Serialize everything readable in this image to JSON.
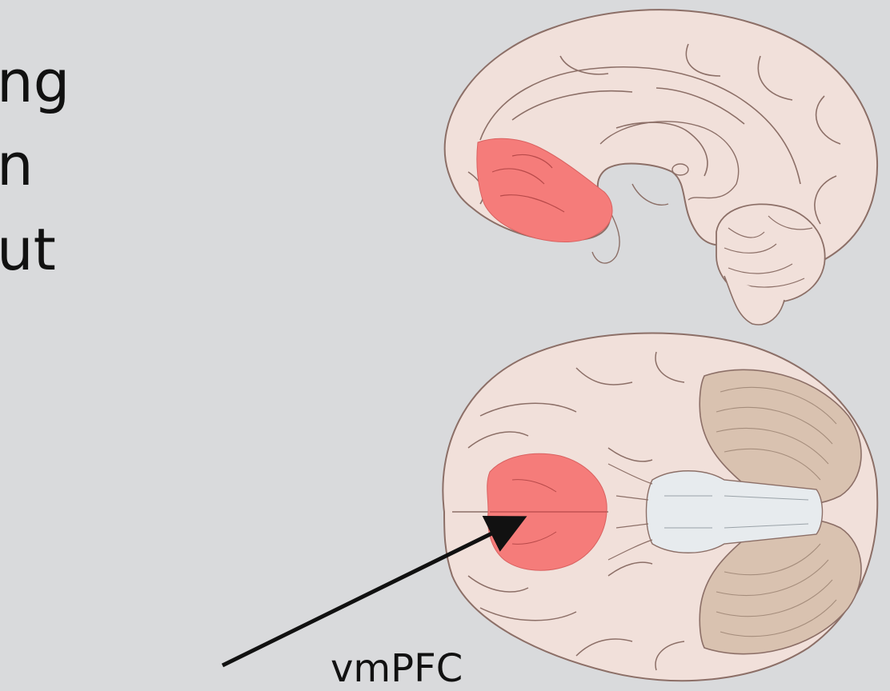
{
  "slide": {
    "cropped_lines": [
      "ng",
      "n",
      "ut"
    ],
    "annotation_label": "vmPFC"
  },
  "colors": {
    "background": "#d9dadc",
    "brain_fill": "#f1e0da",
    "brain_outline": "#8c6f67",
    "highlight": "#f57c7a",
    "cerebellum": "#d9c2b0",
    "brainstem": "#e7ebee",
    "arrow": "#111111"
  }
}
